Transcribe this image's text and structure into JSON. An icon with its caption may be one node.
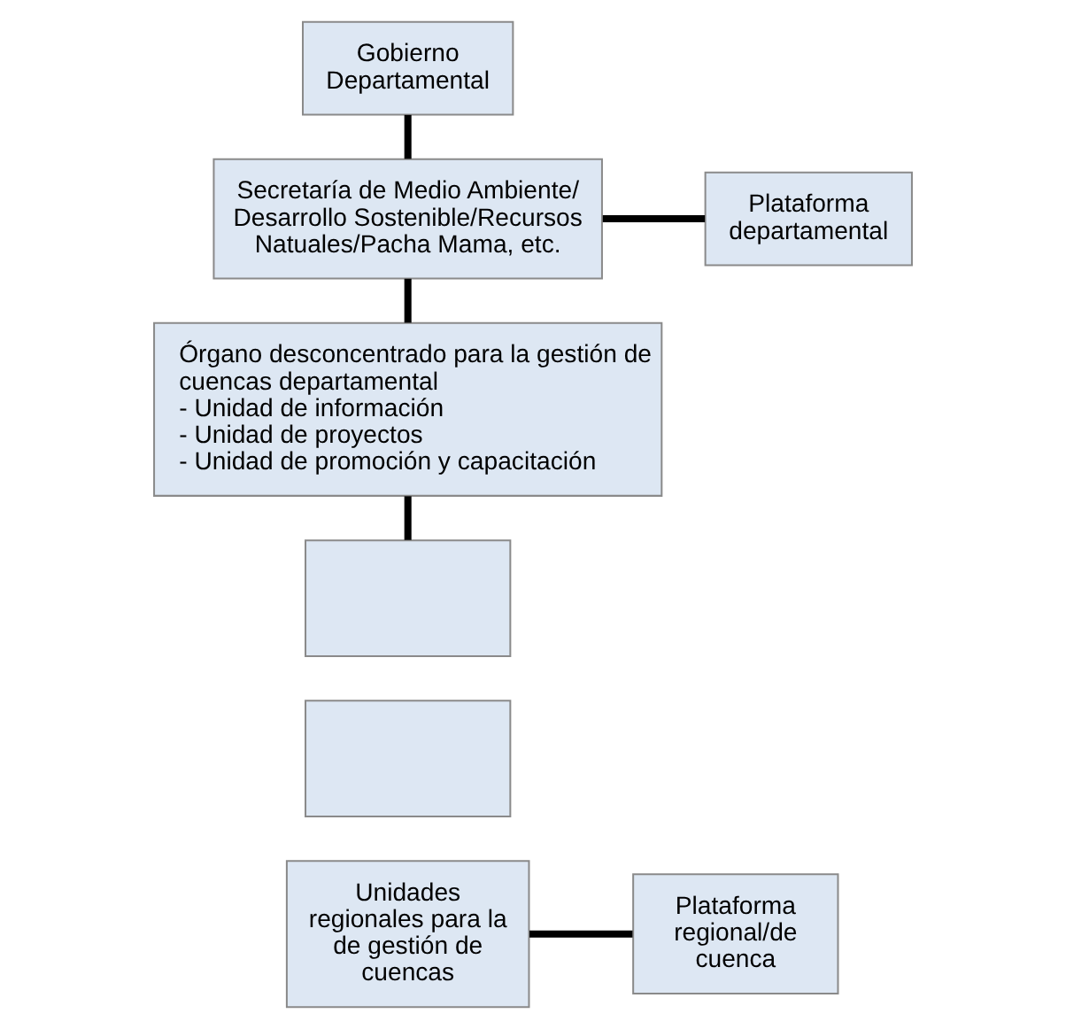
{
  "diagram": {
    "nodes": [
      {
        "text": [
          "Gobierno Departamental"
        ]
      },
      {
        "text": [
          "Secretaría de Medio Ambiente/ Desarrollo Sostenible/Recursos Natuales/Pacha Mama, etc."
        ]
      },
      {
        "text": [
          "Plataforma departamental"
        ]
      },
      {
        "text": [
          "Órgano desconcentrado para la gestión de cuencas departamental",
          "- Unidad de información",
          "- Unidad de proyectos",
          "- Unidad de promoción y capacitación"
        ]
      },
      {
        "text": [],
        "shape": "box"
      },
      {
        "text": [],
        "shape": "box"
      },
      {
        "text": [
          "Unidades regionales para la de gestión de cuencas"
        ]
      },
      {
        "text": [
          "Plataforma regional/de cuenca"
        ]
      }
    ],
    "edges": [
      {
        "from": 0,
        "to": 1,
        "arrow": "none"
      },
      {
        "from": 1,
        "to": 2,
        "arrow": "none"
      },
      {
        "from": 1,
        "to": 3,
        "arrow": "none"
      },
      {
        "from": 3,
        "to": 4,
        "arrow": "none"
      },
      {
        "from": 6,
        "to": 7,
        "arrow": "none"
      }
    ]
  }
}
